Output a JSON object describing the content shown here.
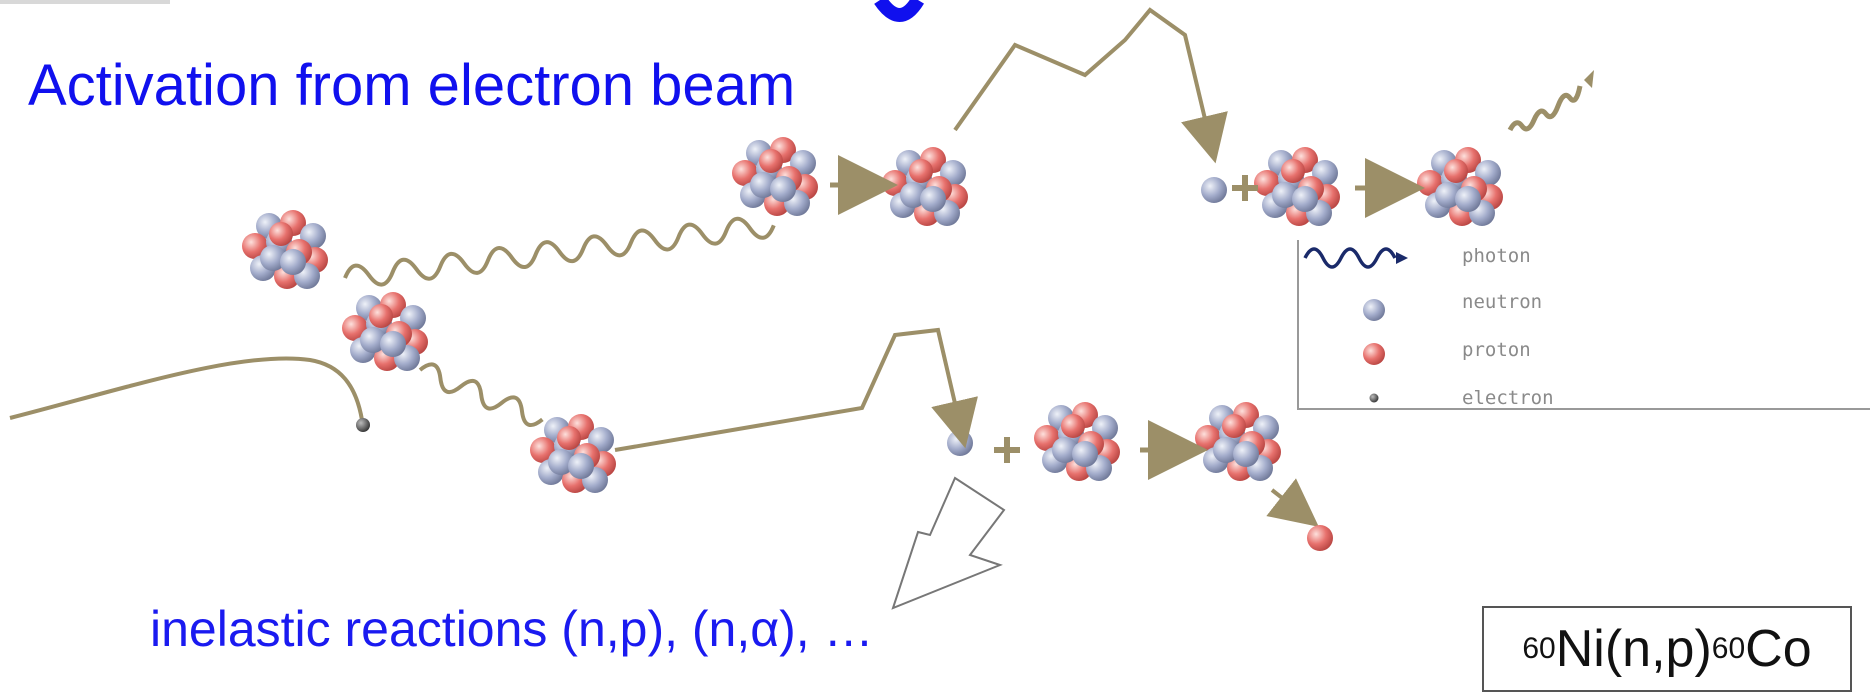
{
  "title": "Activation from electron beam",
  "bottom_text": "inelastic reactions (n,p), (n,α), …",
  "reaction": {
    "iso1": "60",
    "parent": "Ni(n,p)",
    "iso2": "60",
    "product": "Co"
  },
  "legend": {
    "photon": "photon",
    "neutron": "neutron",
    "proton": "proton",
    "electron": "electron"
  },
  "colors": {
    "title_blue": "#1010ee",
    "neutron": "#9aa4c4",
    "proton": "#e2706e",
    "track": "#9c8f68",
    "photon_legend": "#1a2a6a"
  }
}
